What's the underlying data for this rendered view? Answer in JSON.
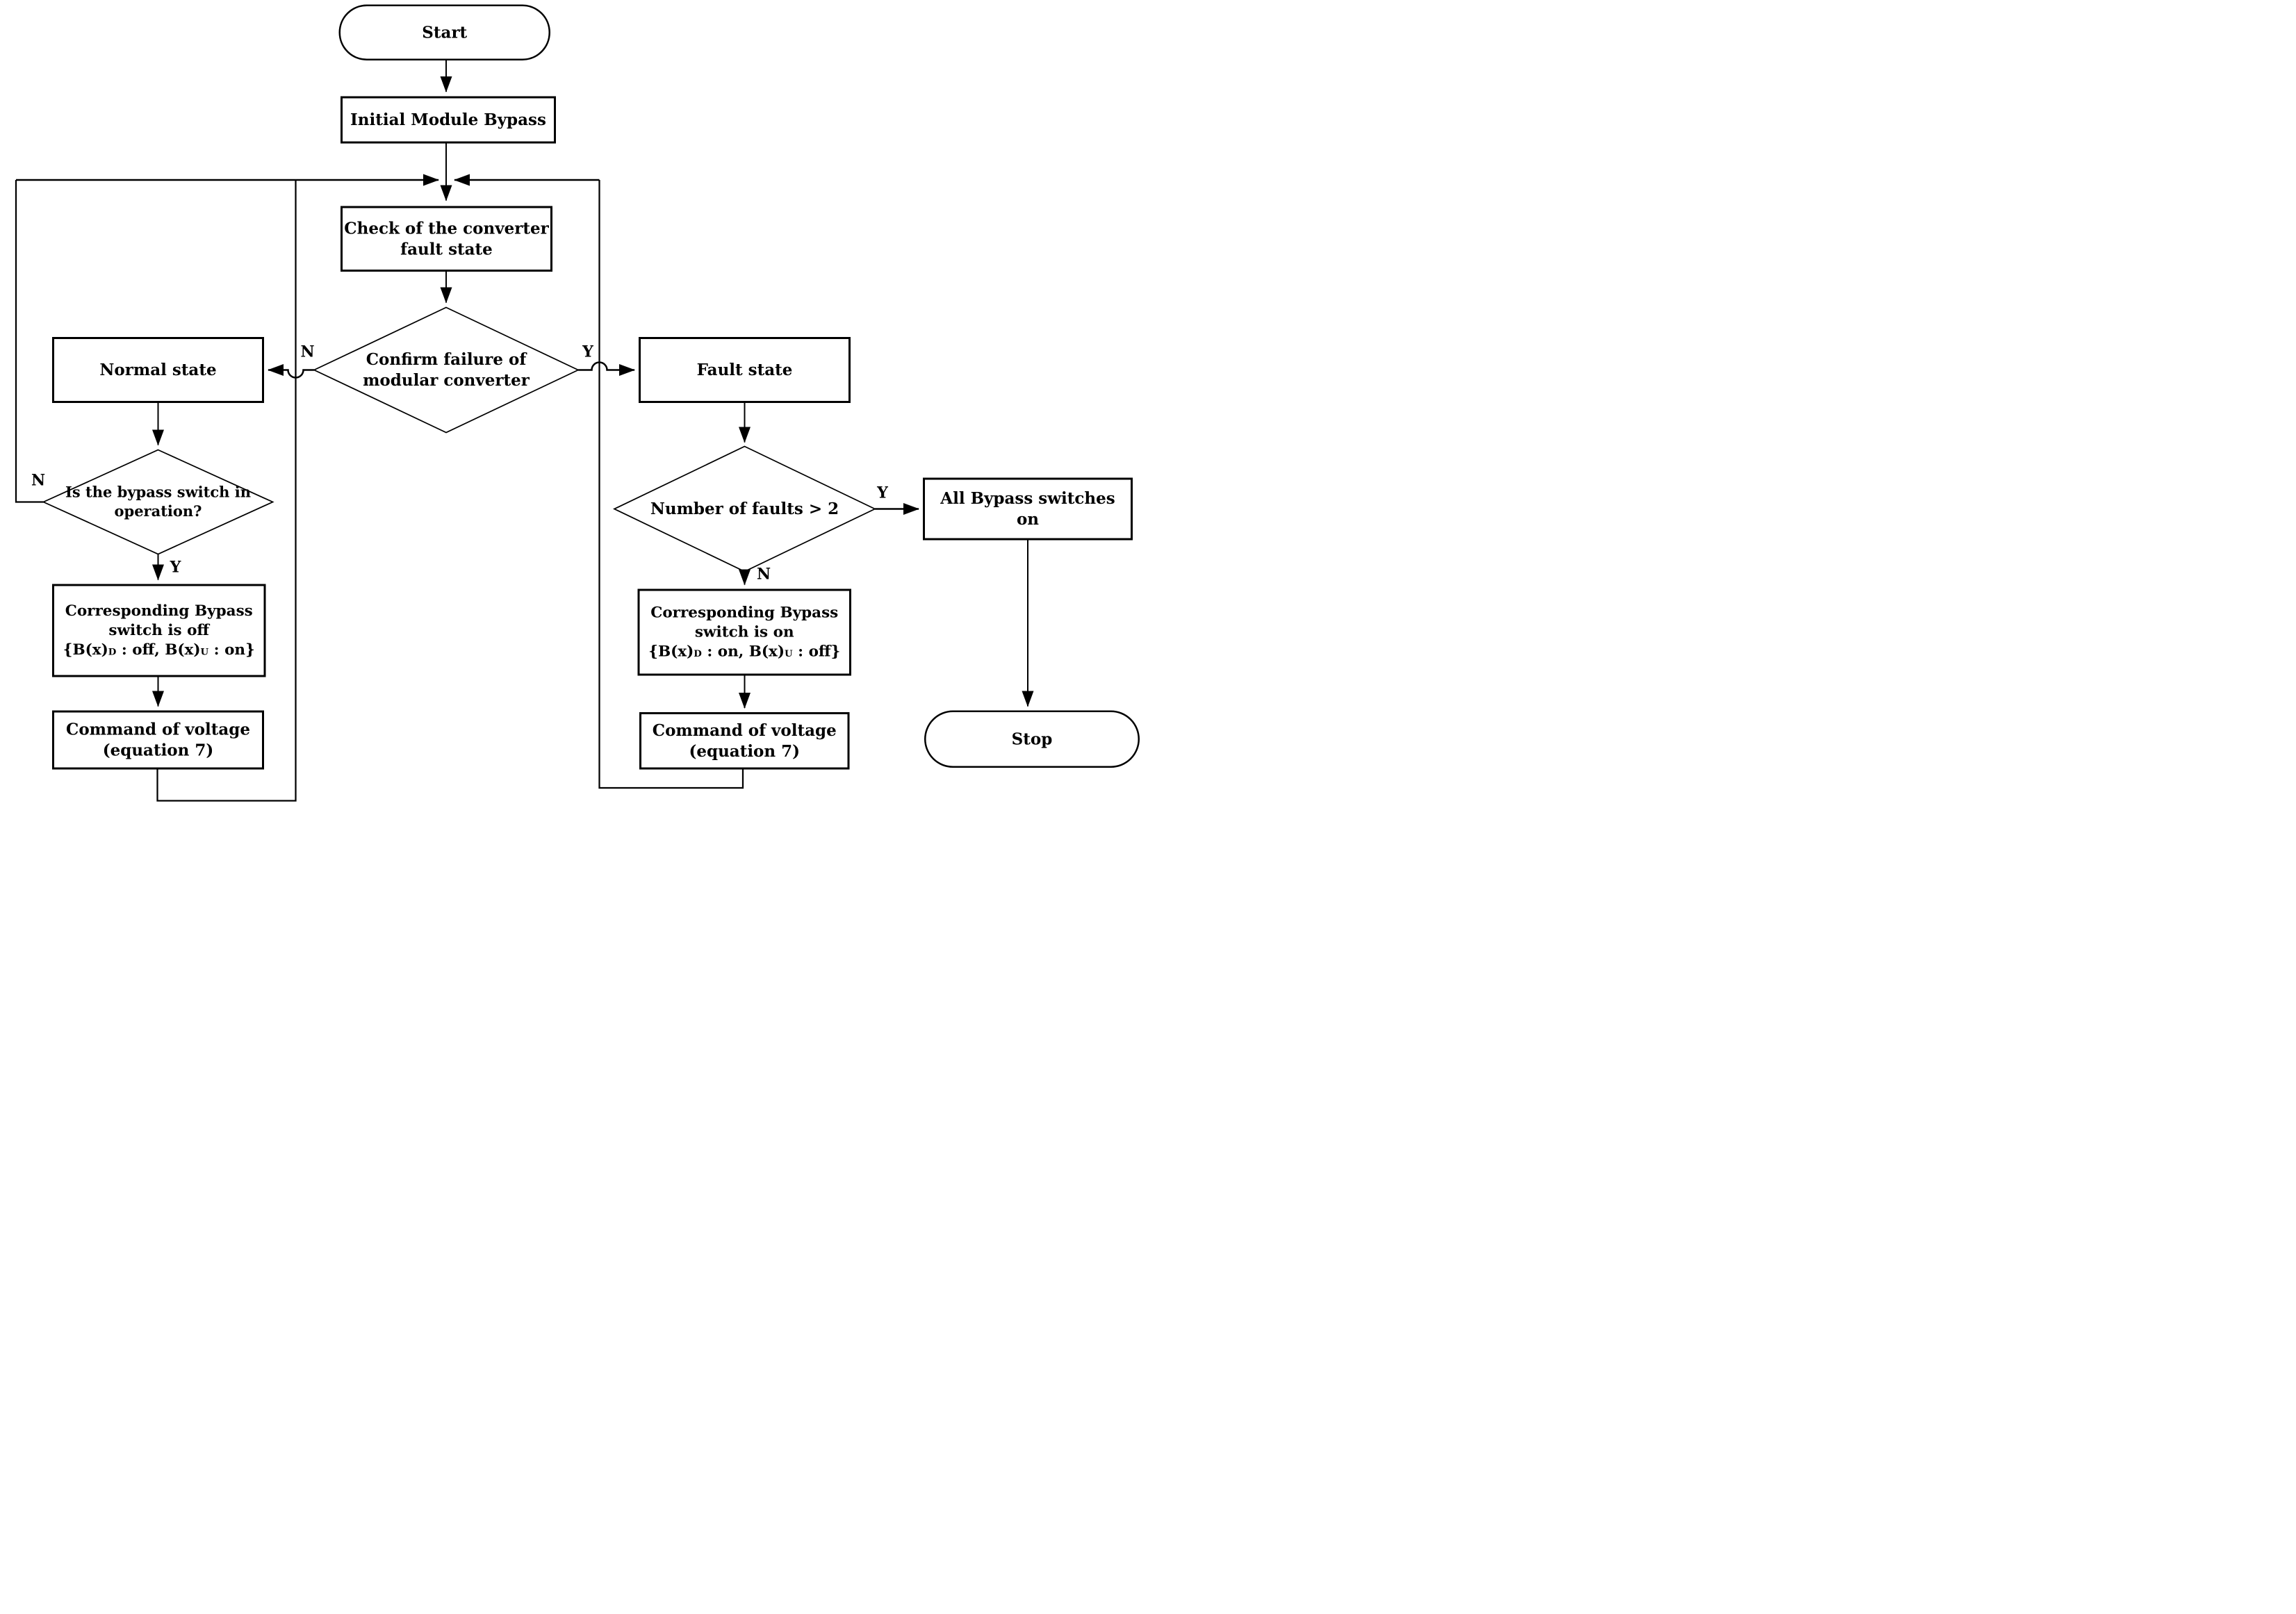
{
  "diagram": {
    "type": "flowchart",
    "colors": {
      "line": "#000000",
      "background": "#ffffff",
      "text": "#000000"
    },
    "nodes": {
      "start": {
        "shape": "terminator",
        "lines": [
          "Start"
        ]
      },
      "initial_module_bypass": {
        "shape": "process",
        "lines": [
          "Initial Module Bypass"
        ]
      },
      "check_fault": {
        "shape": "process",
        "lines": [
          "Check of the converter",
          "fault state"
        ]
      },
      "confirm_failure": {
        "shape": "decision",
        "lines": [
          "Confirm failure of",
          "modular converter"
        ]
      },
      "normal_state": {
        "shape": "process",
        "lines": [
          "Normal state"
        ]
      },
      "fault_state": {
        "shape": "process",
        "lines": [
          "Fault state"
        ]
      },
      "bypass_in_operation": {
        "shape": "decision",
        "lines": [
          "Is the bypass switch in",
          "operation?"
        ]
      },
      "number_of_faults": {
        "shape": "decision",
        "lines": [
          "Number of faults > 2"
        ]
      },
      "all_bypass_on": {
        "shape": "process",
        "lines": [
          "All Bypass switches",
          "on"
        ]
      },
      "corresponding_off": {
        "shape": "process",
        "lines": [
          "Corresponding Bypass",
          "switch is off",
          "{B(x)_D_ : off, B(x)_U_ : on}"
        ]
      },
      "corresponding_on": {
        "shape": "process",
        "lines": [
          "Corresponding Bypass",
          "switch is on",
          "{B(x)_D_ : on, B(x)_U_ : off}"
        ]
      },
      "command_voltage_left": {
        "shape": "process",
        "lines": [
          "Command of voltage",
          "(equation 7)"
        ]
      },
      "command_voltage_right": {
        "shape": "process",
        "lines": [
          "Command of voltage",
          "(equation 7)"
        ]
      },
      "stop": {
        "shape": "terminator",
        "lines": [
          "Stop"
        ]
      }
    },
    "edge_labels": {
      "confirm_no": "N",
      "confirm_yes": "Y",
      "bypass_no": "N",
      "bypass_yes": "Y",
      "faults_yes": "Y",
      "faults_no": "N"
    },
    "edges": [
      {
        "from": "start",
        "to": "initial_module_bypass"
      },
      {
        "from": "initial_module_bypass",
        "to": "check_fault"
      },
      {
        "from": "check_fault",
        "to": "confirm_failure"
      },
      {
        "from": "confirm_failure",
        "to": "normal_state",
        "label": "N"
      },
      {
        "from": "confirm_failure",
        "to": "fault_state",
        "label": "Y"
      },
      {
        "from": "normal_state",
        "to": "bypass_in_operation"
      },
      {
        "from": "bypass_in_operation",
        "to": "check_fault",
        "label": "N"
      },
      {
        "from": "bypass_in_operation",
        "to": "corresponding_off",
        "label": "Y"
      },
      {
        "from": "corresponding_off",
        "to": "command_voltage_left"
      },
      {
        "from": "command_voltage_left",
        "to": "check_fault"
      },
      {
        "from": "fault_state",
        "to": "number_of_faults"
      },
      {
        "from": "number_of_faults",
        "to": "all_bypass_on",
        "label": "Y"
      },
      {
        "from": "number_of_faults",
        "to": "corresponding_on",
        "label": "N"
      },
      {
        "from": "corresponding_on",
        "to": "command_voltage_right"
      },
      {
        "from": "command_voltage_right",
        "to": "check_fault"
      },
      {
        "from": "all_bypass_on",
        "to": "stop"
      }
    ]
  }
}
